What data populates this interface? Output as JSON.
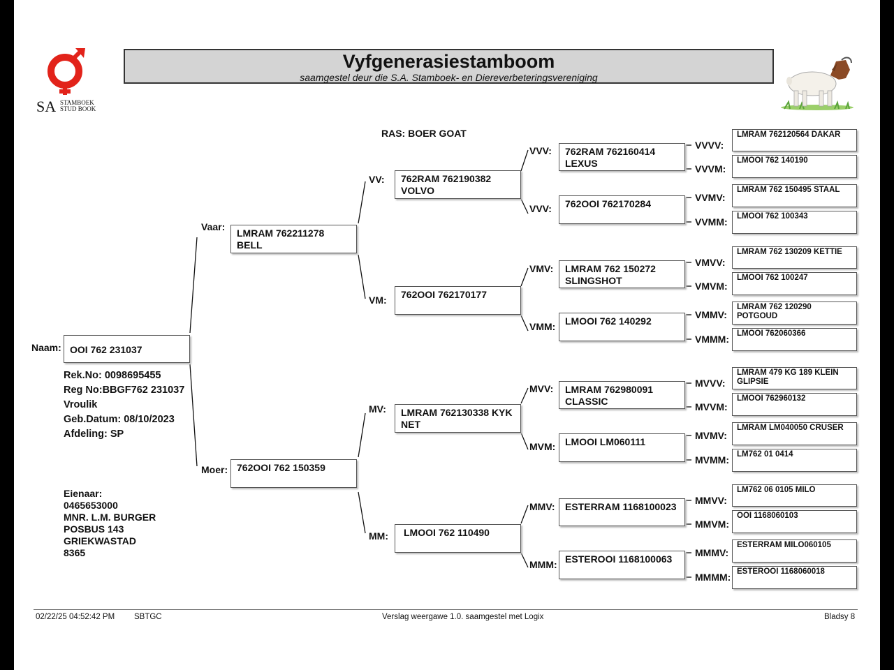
{
  "header": {
    "title": "Vyfgenerasiestamboom",
    "subtitle": "saamgestel deur die S.A. Stamboek- en Diereverbeteringsvereniging",
    "logo_text_sa": "SA",
    "logo_text_1": "STAMBOEK",
    "logo_text_2": "STUD BOOK",
    "brand_color": "#e2231a"
  },
  "breed": "RAS: BOER GOAT",
  "animal": {
    "name_label": "Naam:",
    "name": "OOI 762 231037",
    "details": [
      "Rek.No: 0098695455",
      "Reg No:BBGF762 231037",
      "Vroulik",
      "Geb.Datum: 08/10/2023",
      "Afdeling: SP"
    ]
  },
  "owner": {
    "label": "Eienaar:",
    "lines": [
      "0465653000",
      "MNR. L.M. BURGER",
      "POSBUS 143",
      "GRIEKWASTAD",
      "8365"
    ]
  },
  "gen1": {
    "V": {
      "label": "Vaar:",
      "name": "LMRAM 762211278 BELL"
    },
    "M": {
      "label": "Moer:",
      "name": "762OOI 762 150359"
    }
  },
  "gen2": {
    "VV": {
      "label": "VV:",
      "name": "762RAM 762190382 VOLVO"
    },
    "VM": {
      "label": "VM:",
      "name": "762OOI 762170177"
    },
    "MV": {
      "label": "MV:",
      "name": "LMRAM 762130338 KYK NET"
    },
    "MM": {
      "label": "MM:",
      "name": "LMOOI 762 110490"
    }
  },
  "gen3": {
    "VVV": {
      "label": "VVV:",
      "name": "762RAM 762160414 LEXUS"
    },
    "VVM": {
      "label": "VVV:",
      "name": "762OOI 762170284"
    },
    "VMV": {
      "label": "VMV:",
      "name": "LMRAM 762 150272 SLINGSHOT"
    },
    "VMM": {
      "label": "VMM:",
      "name": "LMOOI 762 140292"
    },
    "MVV": {
      "label": "MVV:",
      "name": "LMRAM 762980091 CLASSIC"
    },
    "MVM": {
      "label": "MVM:",
      "name": "LMOOI LM060111"
    },
    "MMV": {
      "label": "MMV:",
      "name": "ESTERRAM 1168100023"
    },
    "MMM": {
      "label": "MMM:",
      "name": "ESTEROOI 1168100063"
    }
  },
  "gen4": {
    "VVVV": {
      "label": "VVVV:",
      "name": "LMRAM 762120564  DAKAR"
    },
    "VVVM": {
      "label": "VVVM:",
      "name": "LMOOI 762 140190"
    },
    "VVMV": {
      "label": "VVMV:",
      "name": "LMRAM 762 150495 STAAL"
    },
    "VVMM": {
      "label": "VVMM:",
      "name": "LMOOI 762 100343"
    },
    "VMVV": {
      "label": "VMVV:",
      "name": "LMRAM 762 130209 KETTIE"
    },
    "VMVM": {
      "label": "VMVM:",
      "name": "LMOOI 762 100247"
    },
    "VMMV": {
      "label": "VMMV:",
      "name": "LMRAM 762 120290 POTGOUD"
    },
    "VMMM": {
      "label": "VMMM:",
      "name": "LMOOI 762060366"
    },
    "MVVV": {
      "label": "MVVV:",
      "name": "LMRAM  479 KG 189 KLEIN GLIPSIE"
    },
    "MVVM": {
      "label": "MVVM:",
      "name": "LMOOI 762960132"
    },
    "MVMV": {
      "label": "MVMV:",
      "name": "LMRAM LM040050 CRUSER"
    },
    "MVMM": {
      "label": "MVMM:",
      "name": "LM762 01 0414"
    },
    "MMVV": {
      "label": "MMVV:",
      "name": "LM762 06 0105 MILO"
    },
    "MMVM": {
      "label": "MMVM:",
      "name": "OOI 1168060103"
    },
    "MMMV": {
      "label": "MMMV:",
      "name": "ESTERRAM MILO060105"
    },
    "MMMM": {
      "label": "MMMM:",
      "name": "ESTEROOI 1168060018"
    }
  },
  "footer": {
    "datetime": "02/22/25 04:52:42 PM",
    "code": "SBTGC",
    "report": "Verslag weergawe 1.0. saamgestel met Logix",
    "page": "Bladsy 8"
  }
}
